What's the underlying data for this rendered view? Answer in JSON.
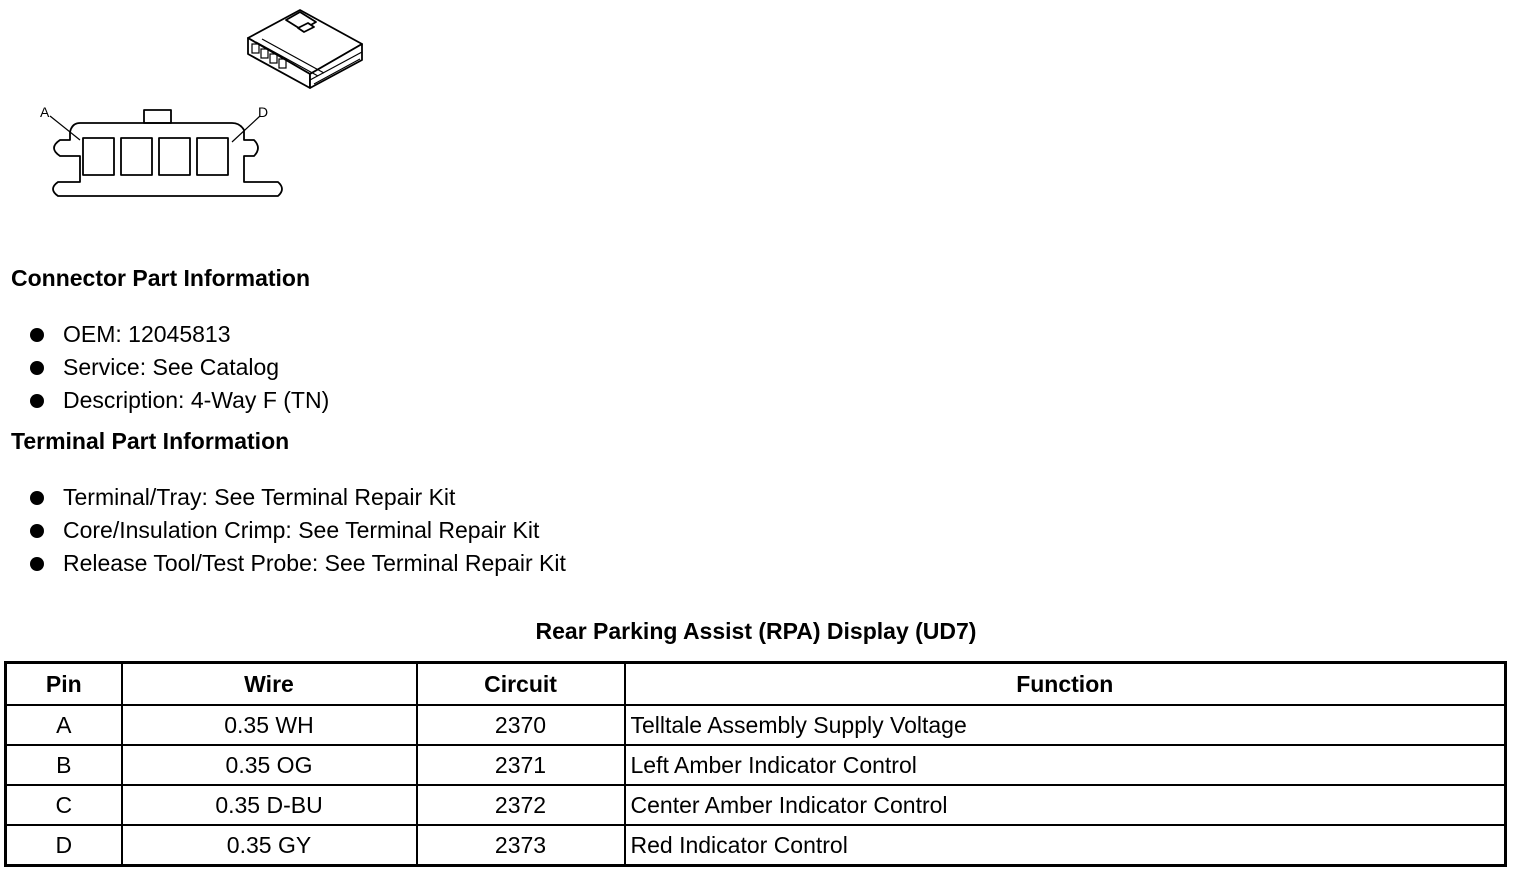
{
  "diagram": {
    "label_left": "A",
    "label_right": "D"
  },
  "connector_info": {
    "heading": "Connector Part Information",
    "items": [
      "OEM: 12045813",
      "Service: See Catalog",
      "Description: 4-Way F (TN)"
    ]
  },
  "terminal_info": {
    "heading": "Terminal Part Information",
    "items": [
      "Terminal/Tray: See Terminal Repair Kit",
      "Core/Insulation Crimp: See Terminal Repair Kit",
      "Release Tool/Test Probe: See Terminal Repair Kit"
    ]
  },
  "table": {
    "title": "Rear Parking Assist (RPA) Display (UD7)",
    "headers": [
      "Pin",
      "Wire",
      "Circuit",
      "Function"
    ],
    "rows": [
      [
        "A",
        "0.35 WH",
        "2370",
        "Telltale Assembly Supply Voltage"
      ],
      [
        "B",
        "0.35 OG",
        "2371",
        "Left Amber Indicator Control"
      ],
      [
        "C",
        "0.35 D-BU",
        "2372",
        "Center Amber Indicator Control"
      ],
      [
        "D",
        "0.35 GY",
        "2373",
        "Red Indicator Control"
      ]
    ]
  }
}
